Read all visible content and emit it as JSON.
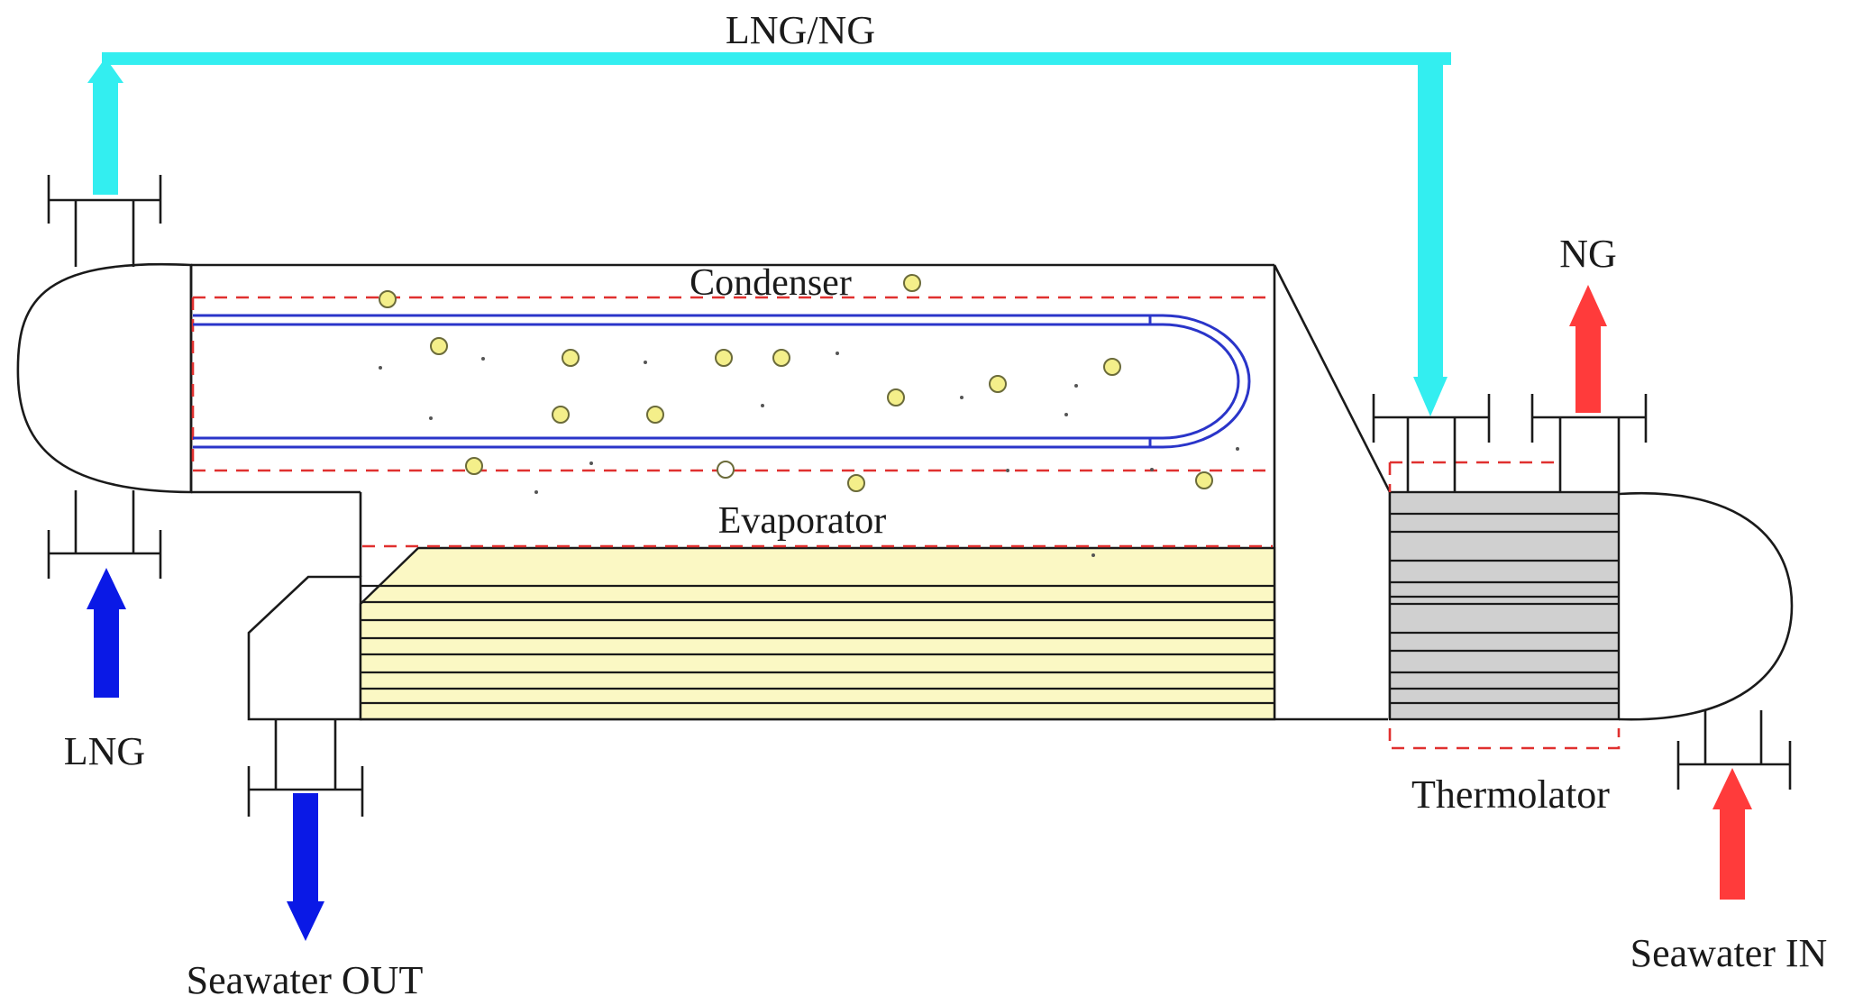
{
  "labels": {
    "top_line": "LNG/NG",
    "condenser": "Condenser",
    "evaporator": "Evaporator",
    "lng_in": "LNG",
    "seawater_out": "Seawater OUT",
    "ng_out": "NG",
    "thermolator": "Thermolator",
    "seawater_in": "Seawater IN"
  },
  "colors": {
    "lng_line": "#33eef0",
    "cold_arrow": "#0a19e6",
    "hot_arrow": "#ff3b3b",
    "dashed_boundary": "#e0302f",
    "tube_bundle": "#2a35c9",
    "evaporator_fill": "#fbf8c4",
    "thermolator_fill": "#d0d0d0",
    "bubble_fill": "#f4ef8a"
  },
  "icons": [
    "arrow-up-icon",
    "arrow-down-icon"
  ]
}
